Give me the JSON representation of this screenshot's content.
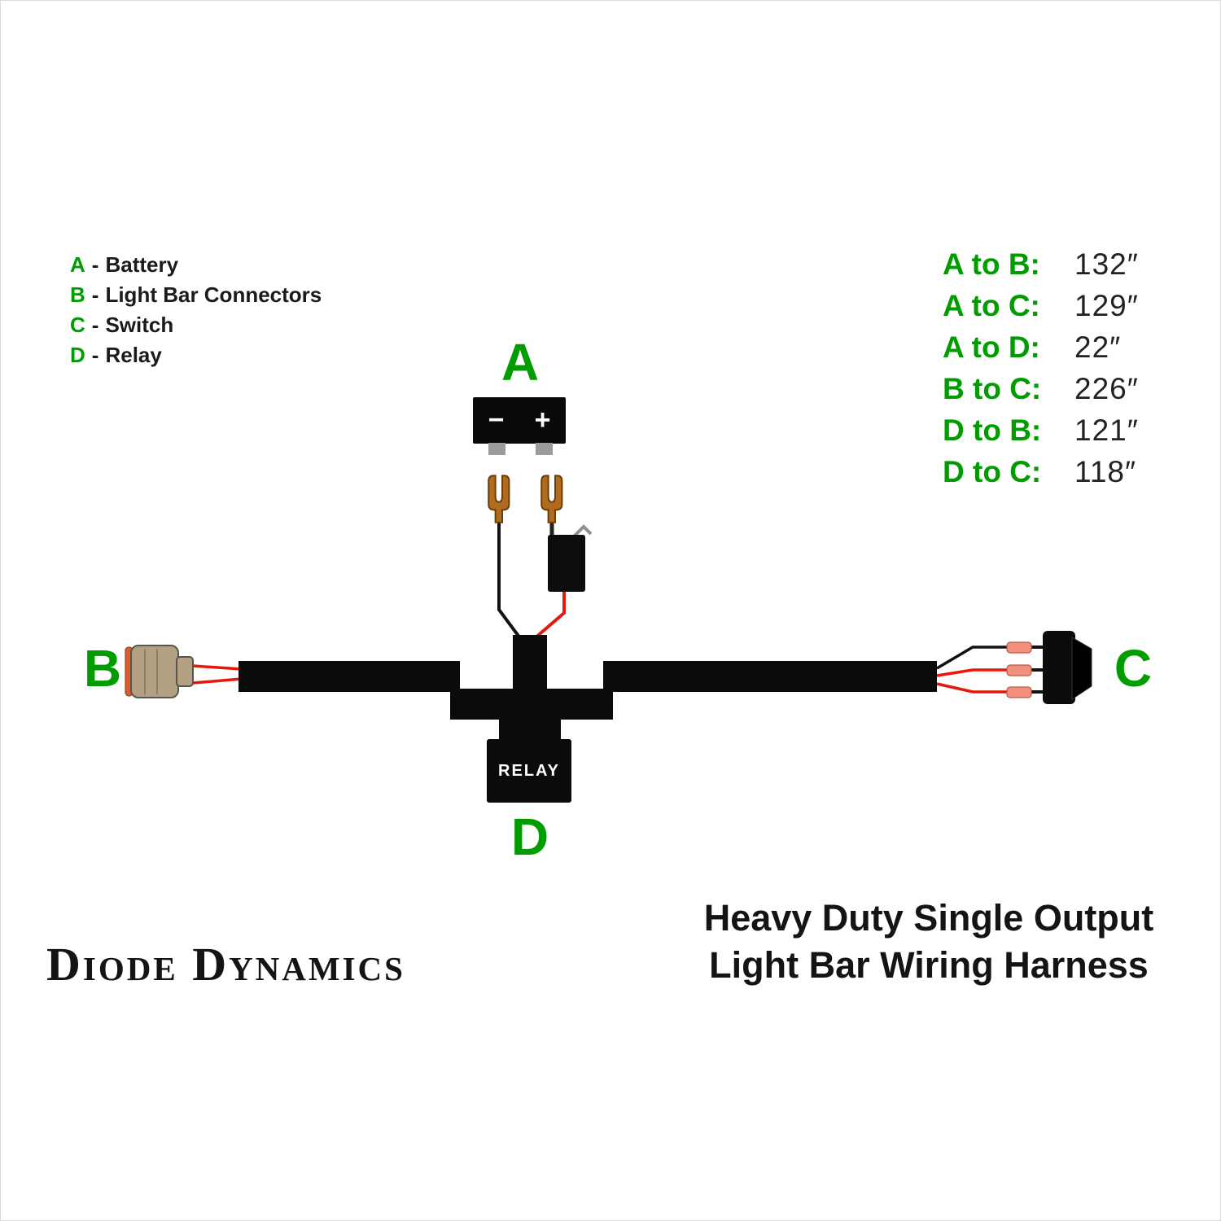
{
  "legend": {
    "separator": "-",
    "items": [
      {
        "letter": "A",
        "label": "Battery"
      },
      {
        "letter": "B",
        "label": "Light Bar Connectors"
      },
      {
        "letter": "C",
        "label": "Switch"
      },
      {
        "letter": "D",
        "label": "Relay"
      }
    ]
  },
  "measurements": [
    {
      "label": "A to B:",
      "value": "132″"
    },
    {
      "label": "A to C:",
      "value": "129″"
    },
    {
      "label": "A to D:",
      "value": "22″"
    },
    {
      "label": "B to C:",
      "value": "226″"
    },
    {
      "label": "D to B:",
      "value": "121″"
    },
    {
      "label": "D to C:",
      "value": "118″"
    }
  ],
  "diagram": {
    "battery_label": "A",
    "battery_minus": "−",
    "battery_plus": "+",
    "connector_label": "B",
    "switch_label": "C",
    "relay_label": "D",
    "relay_text": "RELAY"
  },
  "footer": {
    "brand": "Diode Dynamics",
    "title_line1": "Heavy Duty Single Output",
    "title_line2": "Light Bar Wiring Harness"
  },
  "colors": {
    "green": "#009c00",
    "red": "#e8170b",
    "copper": "#b06b1d",
    "tan": "#b4a184",
    "salmon": "#f2907d",
    "orange": "#dd5a2b"
  }
}
